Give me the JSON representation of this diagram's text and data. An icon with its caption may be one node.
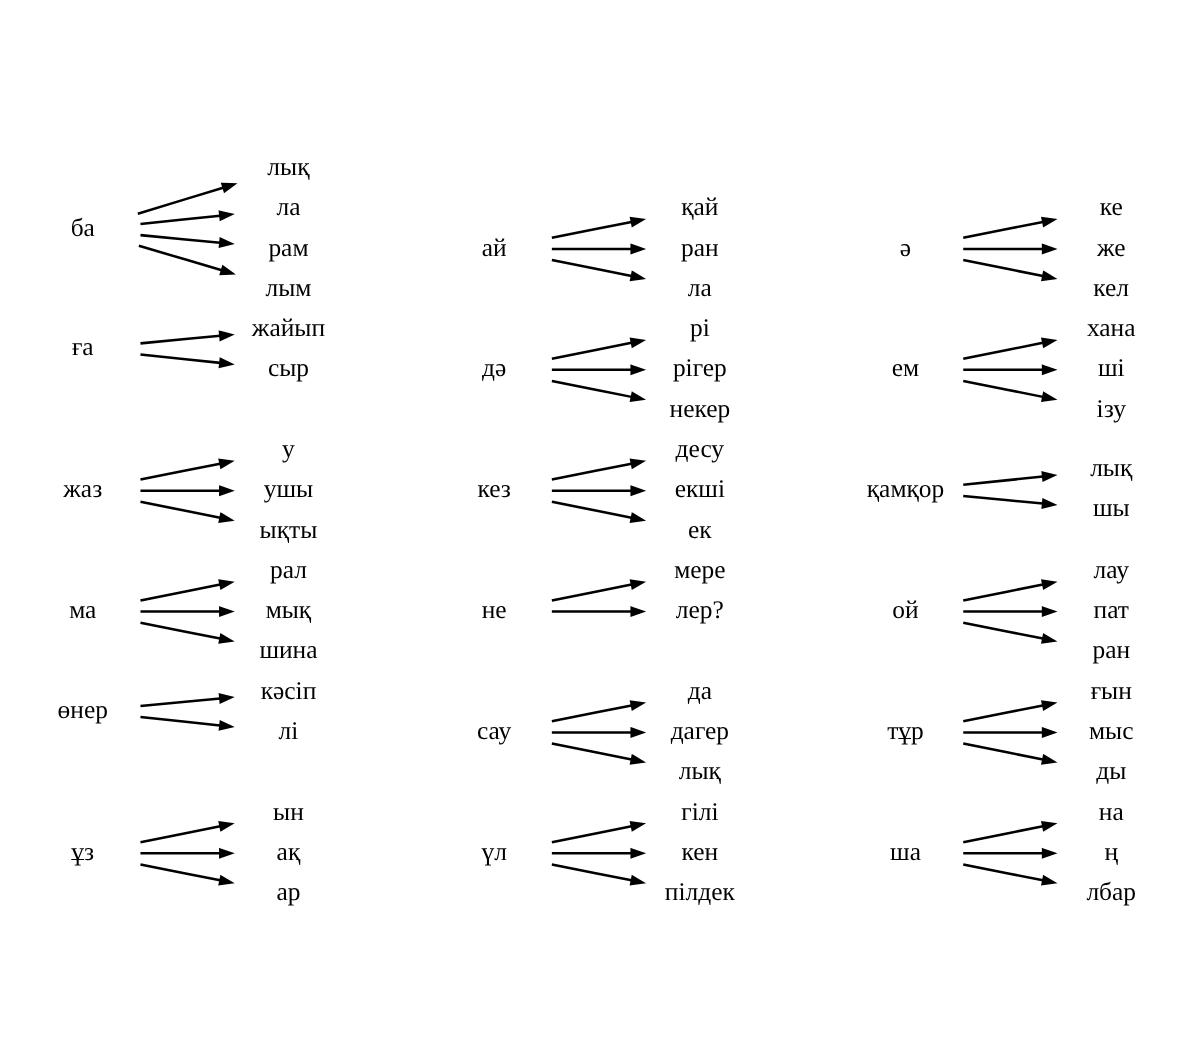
{
  "diagram": {
    "nodes": [
      {
        "text": [
          "ба"
        ]
      },
      {
        "text": [
          "лық"
        ]
      },
      {
        "text": [
          "ла"
        ]
      },
      {
        "text": [
          "рам"
        ]
      },
      {
        "text": [
          "лым"
        ]
      },
      {
        "text": [
          "ай"
        ]
      },
      {
        "text": [
          "қай"
        ]
      },
      {
        "text": [
          "ран"
        ]
      },
      {
        "text": [
          "ла"
        ]
      },
      {
        "text": [
          "ә"
        ]
      },
      {
        "text": [
          "ке"
        ]
      },
      {
        "text": [
          "же"
        ]
      },
      {
        "text": [
          "кел"
        ]
      },
      {
        "text": [
          "ға"
        ]
      },
      {
        "text": [
          "жайып"
        ]
      },
      {
        "text": [
          "сыр"
        ]
      },
      {
        "text": [
          "дә"
        ]
      },
      {
        "text": [
          "рі"
        ]
      },
      {
        "text": [
          "рігер"
        ]
      },
      {
        "text": [
          "некер"
        ]
      },
      {
        "text": [
          "ем"
        ]
      },
      {
        "text": [
          "хана"
        ]
      },
      {
        "text": [
          "ші"
        ]
      },
      {
        "text": [
          "ізу"
        ]
      },
      {
        "text": [
          "жаз"
        ]
      },
      {
        "text": [
          "у"
        ]
      },
      {
        "text": [
          "ушы"
        ]
      },
      {
        "text": [
          "ықты"
        ]
      },
      {
        "text": [
          "кез"
        ]
      },
      {
        "text": [
          "десу"
        ]
      },
      {
        "text": [
          "екші"
        ]
      },
      {
        "text": [
          "ек"
        ]
      },
      {
        "text": [
          "қамқор"
        ]
      },
      {
        "text": [
          "лық"
        ]
      },
      {
        "text": [
          "шы"
        ]
      },
      {
        "text": [
          "ма"
        ]
      },
      {
        "text": [
          "рал"
        ]
      },
      {
        "text": [
          "мық"
        ]
      },
      {
        "text": [
          "шина"
        ]
      },
      {
        "text": [
          "не"
        ]
      },
      {
        "text": [
          "мере"
        ]
      },
      {
        "text": [
          "лер?"
        ]
      },
      {
        "text": [
          "ой"
        ]
      },
      {
        "text": [
          "лау"
        ]
      },
      {
        "text": [
          "пат"
        ]
      },
      {
        "text": [
          "ран"
        ]
      },
      {
        "text": [
          "өнер"
        ]
      },
      {
        "text": [
          "кәсіп"
        ]
      },
      {
        "text": [
          "лі"
        ]
      },
      {
        "text": [
          "сау"
        ]
      },
      {
        "text": [
          "да"
        ]
      },
      {
        "text": [
          "дагер"
        ]
      },
      {
        "text": [
          "лық"
        ]
      },
      {
        "text": [
          "тұр"
        ]
      },
      {
        "text": [
          "ғын"
        ]
      },
      {
        "text": [
          "мыс"
        ]
      },
      {
        "text": [
          "ды"
        ]
      },
      {
        "text": [
          "ұз"
        ]
      },
      {
        "text": [
          "ын"
        ]
      },
      {
        "text": [
          "ақ"
        ]
      },
      {
        "text": [
          "ар"
        ]
      },
      {
        "text": [
          "үл"
        ]
      },
      {
        "text": [
          "гілі"
        ]
      },
      {
        "text": [
          "кен"
        ]
      },
      {
        "text": [
          "пілдек"
        ]
      },
      {
        "text": [
          "ша"
        ]
      },
      {
        "text": [
          "на"
        ]
      },
      {
        "text": [
          "ң"
        ]
      },
      {
        "text": [
          "лбар"
        ]
      }
    ],
    "edges": [
      {
        "from": 0,
        "to": 1,
        "arrow": "to"
      },
      {
        "from": 0,
        "to": 2,
        "arrow": "to"
      },
      {
        "from": 0,
        "to": 3,
        "arrow": "to"
      },
      {
        "from": 0,
        "to": 4,
        "arrow": "to"
      },
      {
        "from": 5,
        "to": 6,
        "arrow": "to"
      },
      {
        "from": 5,
        "to": 7,
        "arrow": "to"
      },
      {
        "from": 5,
        "to": 8,
        "arrow": "to"
      },
      {
        "from": 9,
        "to": 10,
        "arrow": "to"
      },
      {
        "from": 9,
        "to": 11,
        "arrow": "to"
      },
      {
        "from": 9,
        "to": 12,
        "arrow": "to"
      },
      {
        "from": 13,
        "to": 14,
        "arrow": "to"
      },
      {
        "from": 13,
        "to": 15,
        "arrow": "to"
      },
      {
        "from": 16,
        "to": 17,
        "arrow": "to"
      },
      {
        "from": 16,
        "to": 18,
        "arrow": "to"
      },
      {
        "from": 16,
        "to": 19,
        "arrow": "to"
      },
      {
        "from": 20,
        "to": 21,
        "arrow": "to"
      },
      {
        "from": 20,
        "to": 22,
        "arrow": "to"
      },
      {
        "from": 20,
        "to": 23,
        "arrow": "to"
      },
      {
        "from": 24,
        "to": 25,
        "arrow": "to"
      },
      {
        "from": 24,
        "to": 26,
        "arrow": "to"
      },
      {
        "from": 24,
        "to": 27,
        "arrow": "to"
      },
      {
        "from": 28,
        "to": 29,
        "arrow": "to"
      },
      {
        "from": 28,
        "to": 30,
        "arrow": "to"
      },
      {
        "from": 28,
        "to": 31,
        "arrow": "to"
      },
      {
        "from": 32,
        "to": 33,
        "arrow": "to"
      },
      {
        "from": 32,
        "to": 34,
        "arrow": "to"
      },
      {
        "from": 35,
        "to": 36,
        "arrow": "to"
      },
      {
        "from": 35,
        "to": 37,
        "arrow": "to"
      },
      {
        "from": 35,
        "to": 38,
        "arrow": "to"
      },
      {
        "from": 39,
        "to": 40,
        "arrow": "to"
      },
      {
        "from": 39,
        "to": 41,
        "arrow": "to"
      },
      {
        "from": 42,
        "to": 43,
        "arrow": "to"
      },
      {
        "from": 42,
        "to": 44,
        "arrow": "to"
      },
      {
        "from": 42,
        "to": 45,
        "arrow": "to"
      },
      {
        "from": 46,
        "to": 47,
        "arrow": "to"
      },
      {
        "from": 46,
        "to": 48,
        "arrow": "to"
      },
      {
        "from": 49,
        "to": 50,
        "arrow": "to"
      },
      {
        "from": 49,
        "to": 51,
        "arrow": "to"
      },
      {
        "from": 49,
        "to": 52,
        "arrow": "to"
      },
      {
        "from": 53,
        "to": 54,
        "arrow": "to"
      },
      {
        "from": 53,
        "to": 55,
        "arrow": "to"
      },
      {
        "from": 53,
        "to": 56,
        "arrow": "to"
      },
      {
        "from": 57,
        "to": 58,
        "arrow": "to"
      },
      {
        "from": 57,
        "to": 59,
        "arrow": "to"
      },
      {
        "from": 57,
        "to": 60,
        "arrow": "to"
      },
      {
        "from": 61,
        "to": 62,
        "arrow": "to"
      },
      {
        "from": 61,
        "to": 63,
        "arrow": "to"
      },
      {
        "from": 61,
        "to": 64,
        "arrow": "to"
      },
      {
        "from": 65,
        "to": 66,
        "arrow": "to"
      },
      {
        "from": 65,
        "to": 67,
        "arrow": "to"
      },
      {
        "from": 65,
        "to": 68,
        "arrow": "to"
      }
    ]
  }
}
